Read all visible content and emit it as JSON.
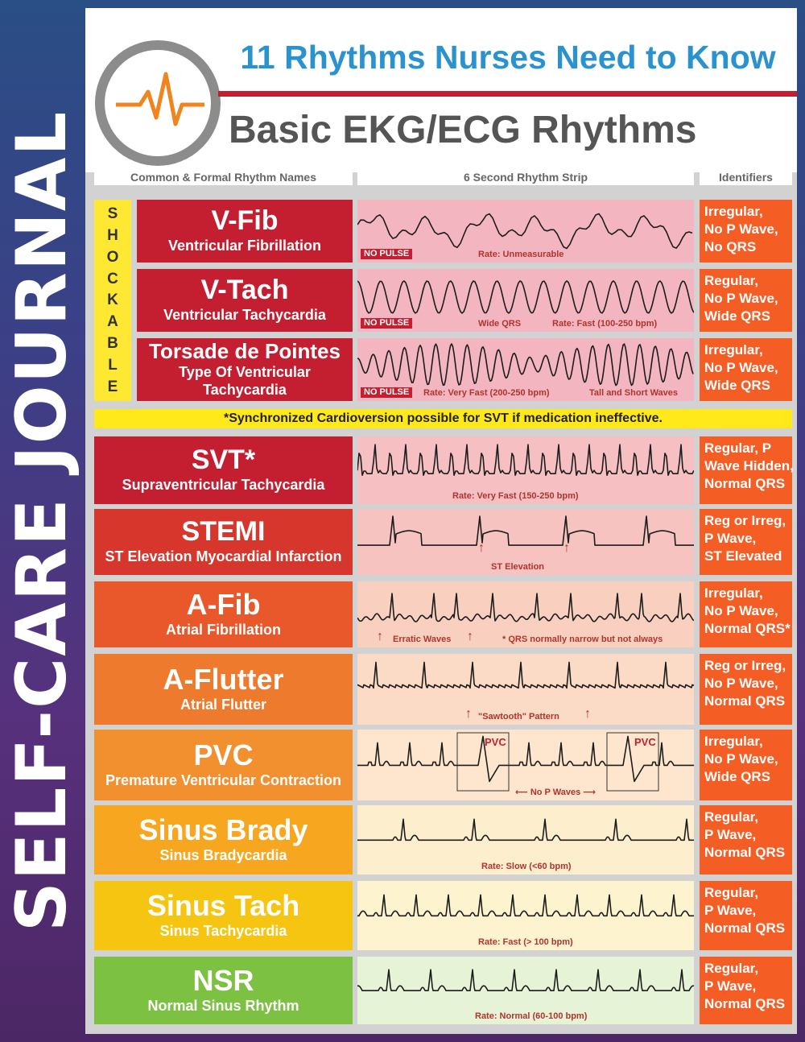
{
  "spine_title": "SELF-CARE JOURNAL",
  "header": {
    "title": "11 Rhythms Nurses Need to Know",
    "subtitle": "Basic EKG/ECG Rhythms"
  },
  "columns": {
    "names": "Common & Formal Rhythm Names",
    "strip": "6 Second Rhythm Strip",
    "identifiers": "Identifiers"
  },
  "shockable_label": "SHOCKABLE",
  "note": "*Synchronized Cardioversion possible for SVT if medication ineffective.",
  "colors": {
    "vfib": "#c41f30",
    "vtach": "#c41f30",
    "torsade": "#c41f30",
    "svt": "#c41f30",
    "stemi": "#d6362b",
    "afib": "#e8582a",
    "aflutter": "#ee7b2d",
    "pvc": "#f28f2e",
    "brady": "#f6a71f",
    "tach": "#f5c512",
    "nsr": "#7dc142",
    "identifier_bg": "#f45e24",
    "title_blue": "#2a93cf",
    "title_rule": "#c41f30"
  },
  "rhythms": {
    "vfib": {
      "name": "V-Fib",
      "formal": "Ventricular Fibrillation",
      "badge": "NO PULSE",
      "caption1": "Rate: Unmeasurable",
      "caption2": "",
      "ident": [
        "Irregular,",
        "No P Wave,",
        "No QRS"
      ]
    },
    "vtach": {
      "name": "V-Tach",
      "formal": "Ventricular Tachycardia",
      "badge": "NO PULSE",
      "caption1": "Wide QRS",
      "caption2": "Rate: Fast (100-250 bpm)",
      "ident": [
        "Regular,",
        "No P Wave,",
        "Wide QRS"
      ]
    },
    "torsade": {
      "name": "Torsade de Pointes",
      "formal": "Type Of Ventricular Tachycardia",
      "badge": "NO PULSE",
      "caption1": "Rate: Very Fast (200-250 bpm)",
      "caption2": "Tall and Short Waves",
      "ident": [
        "Irregular,",
        "No P Wave,",
        "Wide QRS"
      ]
    },
    "svt": {
      "name": "SVT*",
      "formal": "Supraventricular Tachycardia",
      "caption1": "Rate: Very Fast (150-250 bpm)",
      "ident": [
        "Regular, P",
        "Wave Hidden,",
        "Normal QRS"
      ]
    },
    "stemi": {
      "name": "STEMI",
      "formal": "ST Elevation Myocardial Infarction",
      "caption1": "ST Elevation",
      "ident": [
        "Reg or Irreg,",
        "P Wave,",
        "ST Elevated"
      ]
    },
    "afib": {
      "name": "A-Fib",
      "formal": "Atrial Fibrillation",
      "caption1": "Erratic Waves",
      "caption2": "* QRS normally narrow but not always",
      "ident": [
        "Irregular,",
        "No P Wave,",
        "Normal QRS*"
      ]
    },
    "aflutter": {
      "name": "A-Flutter",
      "formal": "Atrial Flutter",
      "caption1": "\"Sawtooth\" Pattern",
      "ident": [
        "Reg or Irreg,",
        "No P Wave,",
        "Normal QRS"
      ]
    },
    "pvc": {
      "name": "PVC",
      "formal": "Premature Ventricular Contraction",
      "box_label": "PVC",
      "caption1": "No P Waves",
      "ident": [
        "Irregular,",
        "No P Wave,",
        "Wide QRS"
      ]
    },
    "brady": {
      "name": "Sinus Brady",
      "formal": "Sinus Bradycardia",
      "caption1": "Rate: Slow (<60 bpm)",
      "ident": [
        "Regular,",
        "P Wave,",
        "Normal QRS"
      ]
    },
    "tach": {
      "name": "Sinus Tach",
      "formal": "Sinus Tachycardia",
      "caption1": "Rate: Fast (> 100 bpm)",
      "ident": [
        "Regular,",
        "P Wave,",
        "Normal QRS"
      ]
    },
    "nsr": {
      "name": "NSR",
      "formal": "Normal Sinus Rhythm",
      "caption1": "Rate: Normal (60-100 bpm)",
      "ident": [
        "Regular,",
        "P Wave,",
        "Normal QRS"
      ]
    }
  }
}
